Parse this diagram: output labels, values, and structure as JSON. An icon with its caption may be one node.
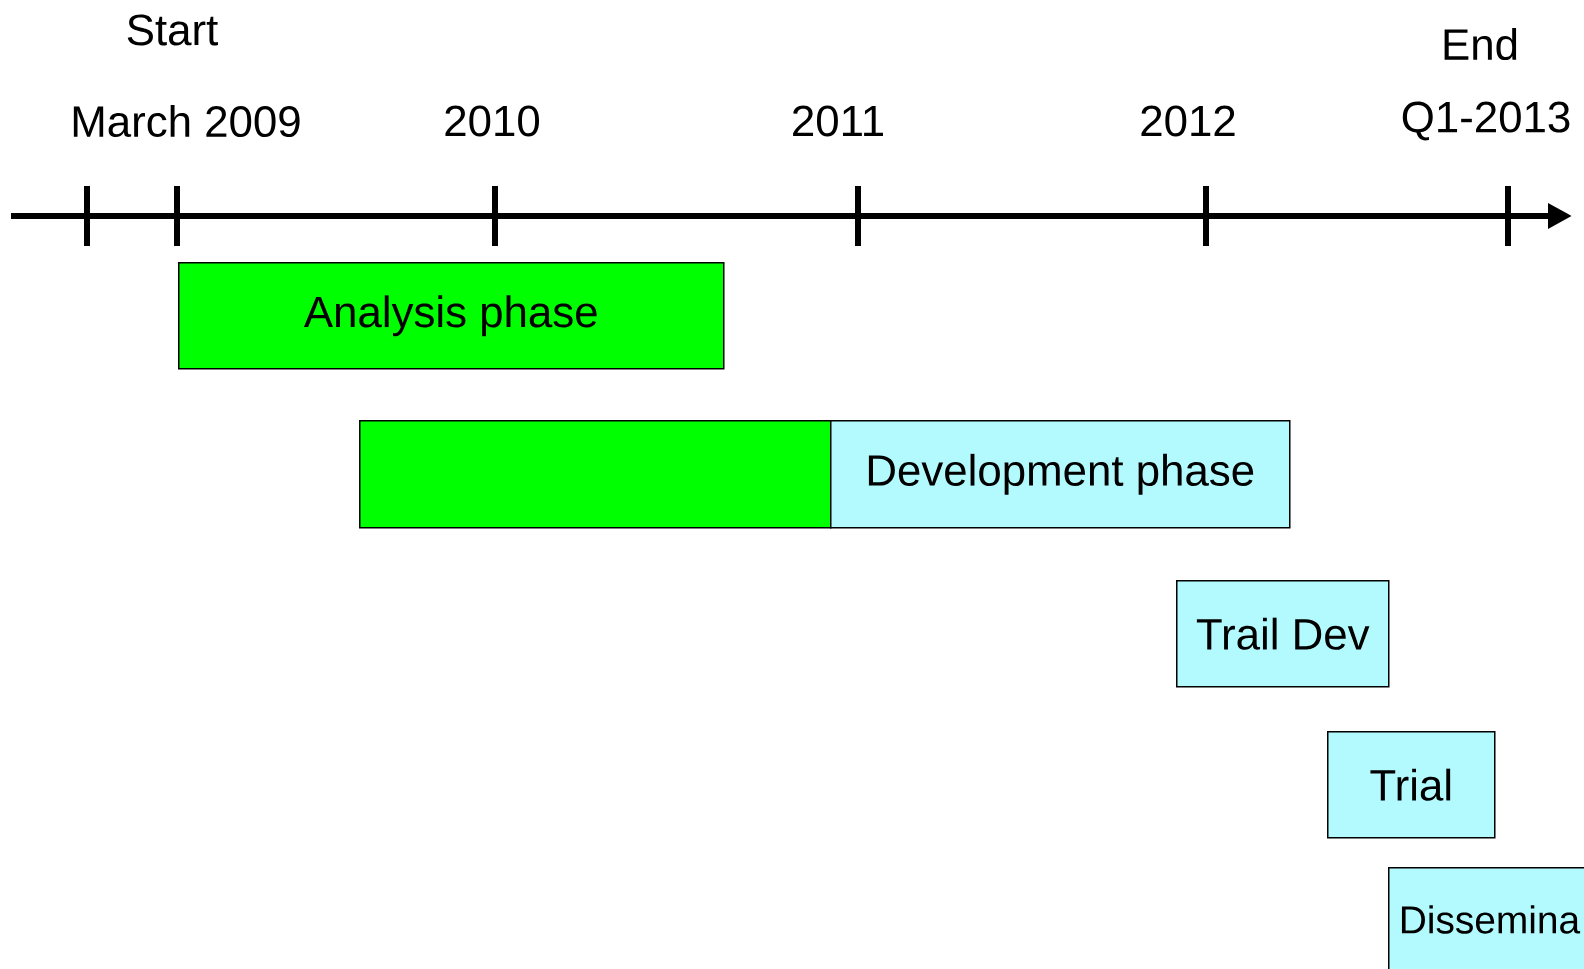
{
  "diagram": {
    "nodes": [
      {
        "text": [
          "Analysis phase"
        ]
      },
      {
        "text": [],
        "shape": "box"
      },
      {
        "text": [
          "Development phase"
        ]
      },
      {
        "text": [
          "Trail Dev"
        ]
      },
      {
        "text": [
          "Trial"
        ]
      },
      {
        "text": [
          "Dissemina"
        ]
      }
    ],
    "labels": [
      "Start",
      "End",
      "March 2009",
      "2010",
      "2011",
      "2012",
      "Q1-2013"
    ]
  }
}
